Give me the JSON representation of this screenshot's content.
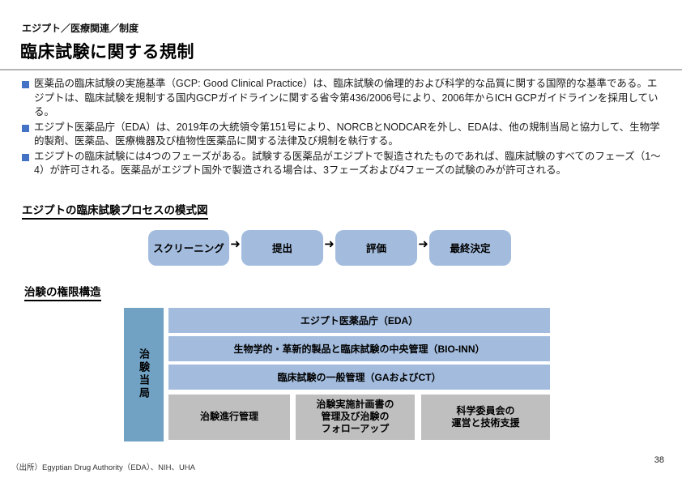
{
  "page": {
    "breadcrumb": "エジプト／医療関連／制度",
    "title": "臨床試験に関する規制",
    "source": "（出所）Egyptian Drug Authority（EDA）、NIH、UHA",
    "page_number": "38"
  },
  "bullets": [
    {
      "text": "医薬品の臨床試験の実施基準（GCP: Good Clinical Practice）は、臨床試験の倫理的および科学的な品質に関する国際的な基準である。エジプトは、臨床試験を規制する国内GCPガイドラインに関する省令第436/2006号により、2006年からICH GCPガイドラインを採用している。"
    },
    {
      "text": "エジプト医薬品庁（EDA）は、2019年の大統領令第151号により、NORCBとNODCARを外し、EDAは、他の規制当局と協力して、生物学的製剤、医薬品、医療機器及び植物性医薬品に関する法律及び規制を執行する。"
    },
    {
      "text": "エジプトの臨床試験には4つのフェーズがある。試験する医薬品がエジプトで製造されたものであれば、臨床試験のすべてのフェーズ（1～4）が許可される。医薬品がエジプト国外で製造される場合は、3フェーズおよび4フェーズの試験のみが許可される。"
    }
  ],
  "process_section": {
    "heading": "エジプトの臨床試験プロセスの模式図",
    "steps": [
      "スクリーニング",
      "提出",
      "評価",
      "最終決定"
    ],
    "arrow_glyph": "➜"
  },
  "authority_section": {
    "heading": "治験の権限構造",
    "side_label": "治験当局",
    "levels": [
      "エジプト医薬品庁（EDA）",
      "生物学的・革新的製品と臨床試験の中央管理（BIO-INN）",
      "臨床試験の一般管理（GAおよびCT）"
    ],
    "departments": [
      "治験進行管理",
      "治験実施計画書の\n管理及び治験の\nフォローアップ",
      "科学委員会の\n運営と技術支援"
    ]
  },
  "colors": {
    "bullet_marker": "#4472C4",
    "process_box": "#A3BCDE",
    "authority_level_box": "#A3BCDE",
    "authority_side_bar": "#71A2C4",
    "department_box": "#BFBFBF",
    "heading_underline": "#000000",
    "title_divider": "#B5B5B5"
  }
}
